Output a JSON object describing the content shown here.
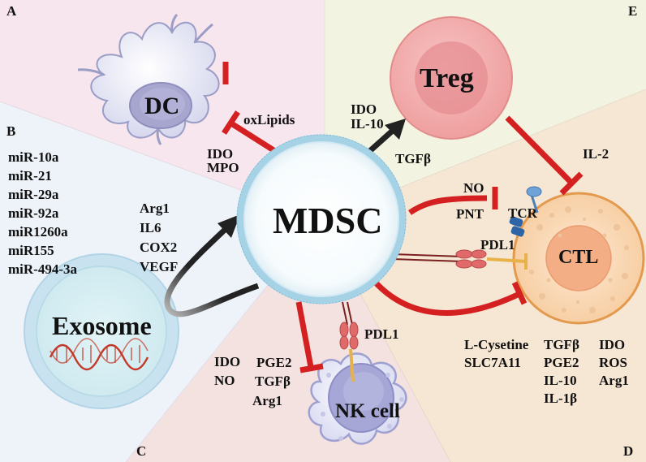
{
  "panel_letters": {
    "a": "A",
    "b": "B",
    "c": "C",
    "d": "D",
    "e": "E"
  },
  "cells": {
    "dc": "DC",
    "treg": "Treg",
    "mdsc": "MDSC",
    "ctl": "CTL",
    "nk": "NK cell",
    "exosome": "Exosome"
  },
  "dc_path": {
    "ox": "oxLipids",
    "ido": "IDO",
    "mpo": "MPO"
  },
  "treg_path": {
    "ido": "IDO",
    "il10": "IL-10",
    "tgfb": "TGFβ",
    "il2": "IL-2"
  },
  "ctl_path": {
    "no": "NO",
    "pnt": "PNT",
    "tcr": "TCR",
    "pdl1": "PDL1"
  },
  "nk_path": {
    "pdl1": "PDL1",
    "ido": "IDO",
    "no": "NO",
    "pge2": "PGE2",
    "tgfb": "TGFβ",
    "arg1": "Arg1"
  },
  "mirnas": [
    "miR-10a",
    "miR-21",
    "miR-29a",
    "miR-92a",
    "miR1260a",
    "miR155",
    "miR-494-3a"
  ],
  "exosome_factors": [
    "Arg1",
    "IL6",
    "COX2",
    "VEGF"
  ],
  "ctl_factors": {
    "col1": [
      "L-Cysetine",
      "SLC7A11"
    ],
    "col2": [
      "TGFβ",
      "PGE2",
      "IL-10",
      "IL-1β"
    ],
    "col3": [
      "IDO",
      "ROS",
      "Arg1"
    ]
  },
  "colors": {
    "inhibit": "#d42020",
    "stimulate": "#222222",
    "panel_a": "#f8e6ee",
    "panel_b": "#eef3fa",
    "panel_c": "#f4e2e0",
    "panel_d": "#f6e6d4",
    "panel_e": "#f3f3e2"
  }
}
